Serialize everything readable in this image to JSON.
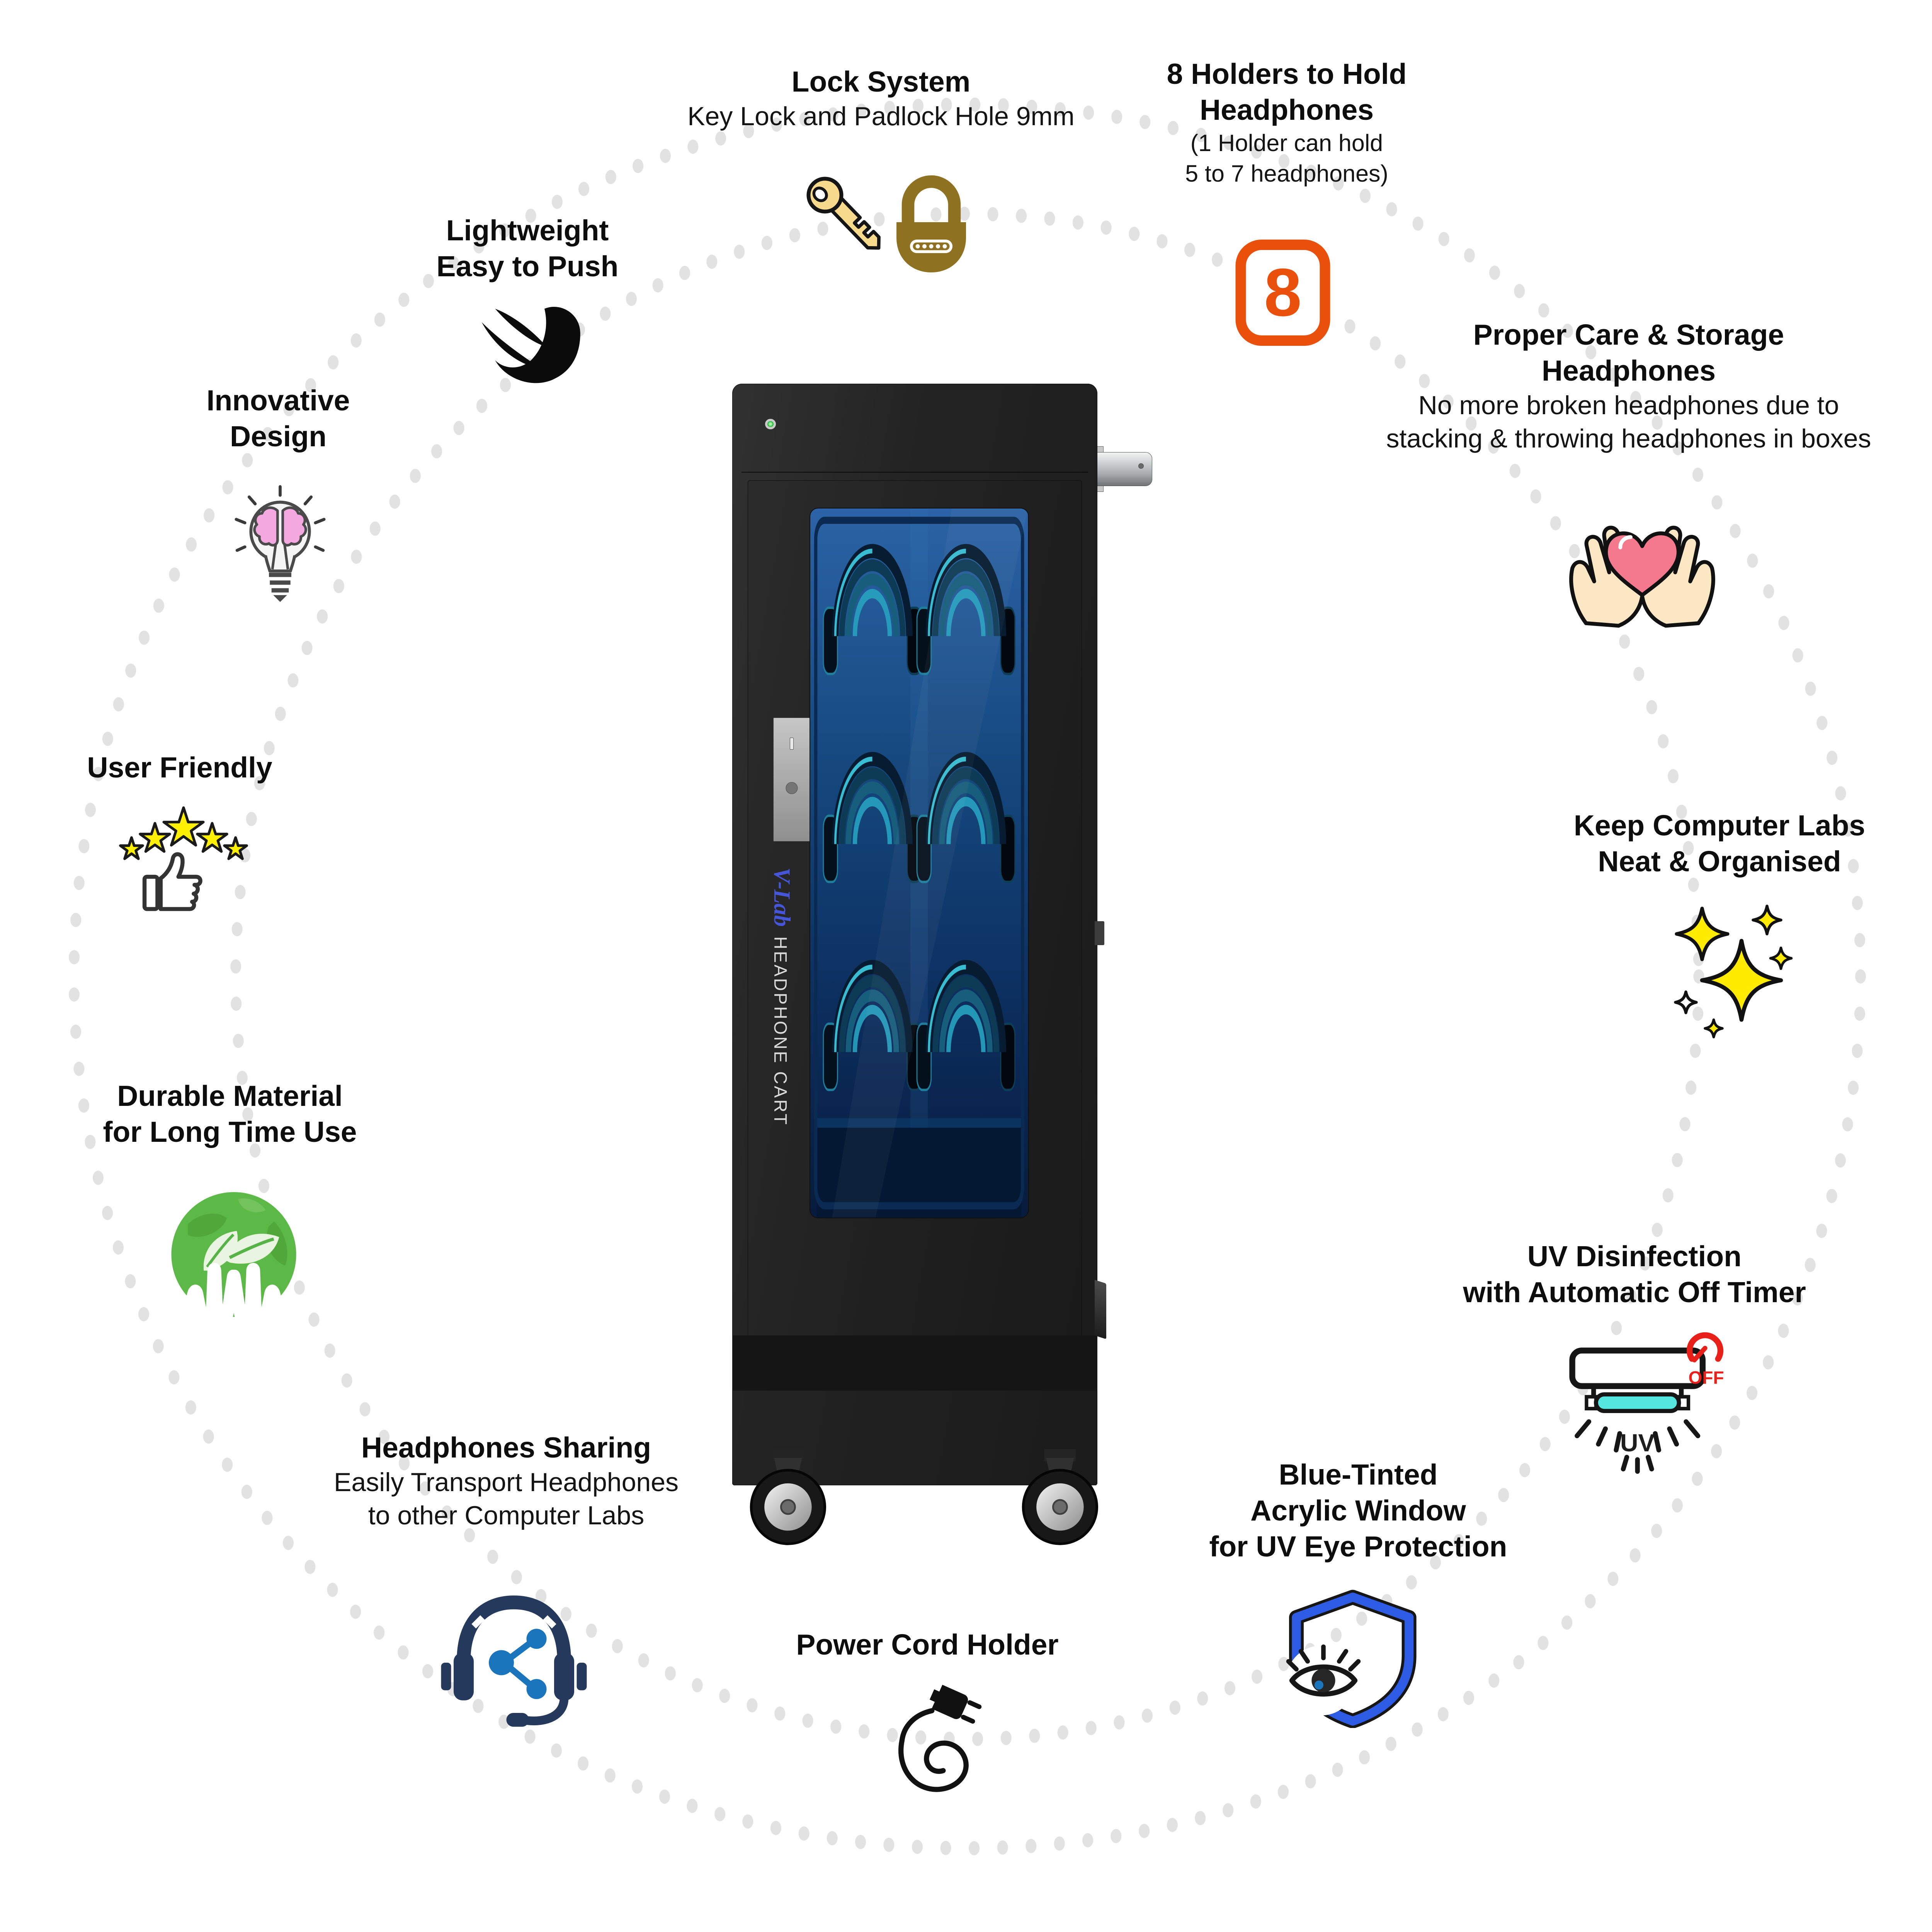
{
  "cart": {
    "logo_text": "V-Lab",
    "label": "HEADPHONE CART"
  },
  "features": {
    "lock_system": {
      "title": "Lock System",
      "subtitle": "Key Lock and Padlock Hole 9mm"
    },
    "holders": {
      "title_line1": "8 Holders to Hold",
      "title_line2": "Headphones",
      "subtitle_line1": "(1 Holder can hold",
      "subtitle_line2": "5 to 7 headphones)",
      "badge": "8"
    },
    "lightweight": {
      "title_line1": "Lightweight",
      "title_line2": "Easy to Push"
    },
    "proper_care": {
      "title_line1": "Proper Care & Storage",
      "title_line2": "Headphones",
      "subtitle_line1": "No more broken headphones due to",
      "subtitle_line2": "stacking & throwing headphones in boxes"
    },
    "innovative": {
      "title_line1": "Innovative",
      "title_line2": "Design"
    },
    "neat_labs": {
      "title_line1": "Keep Computer Labs",
      "title_line2": "Neat & Organised"
    },
    "user_friendly": {
      "title": "User Friendly"
    },
    "durable": {
      "title_line1": "Durable Material",
      "title_line2": "for Long Time Use"
    },
    "uv_disinfection": {
      "title_line1": "UV Disinfection",
      "title_line2": "with Automatic Off Timer",
      "lamp_text": "UV",
      "off_text": "OFF"
    },
    "sharing": {
      "title": "Headphones Sharing",
      "subtitle_line1": "Easily Transport Headphones",
      "subtitle_line2": "to other Computer Labs"
    },
    "blue_window": {
      "title_line1": "Blue-Tinted",
      "title_line2": "Acrylic Window",
      "title_line3": "for UV Eye Protection"
    },
    "power_cord": {
      "title": "Power Cord Holder"
    }
  },
  "colors": {
    "accent_orange": "#E8500C",
    "title_black": "#0D0D0D",
    "dot_gray": "#E2E2E2",
    "key_gold": "#F7DA8C",
    "padlock_gold": "#8E7121",
    "heart_pink": "#F4798C",
    "hand_cream": "#FBE7C3",
    "star_yellow": "#FFF100",
    "sparkle_yellow": "#FFEB00",
    "earth_green": "#5CB947",
    "leaf_light": "#E9F5E1",
    "headset_navy": "#24395B",
    "share_blue": "#1B75BC",
    "shield_blue": "#2E5BE3",
    "uv_cyan": "#55E6DF",
    "off_red": "#E8201A",
    "brain_pink": "#F3A8DF",
    "icon_line": "#3A3A3A",
    "logo_blue": "#4656D8",
    "cart_label_gray": "#D9D9D9",
    "led_green": "#35D04A"
  }
}
